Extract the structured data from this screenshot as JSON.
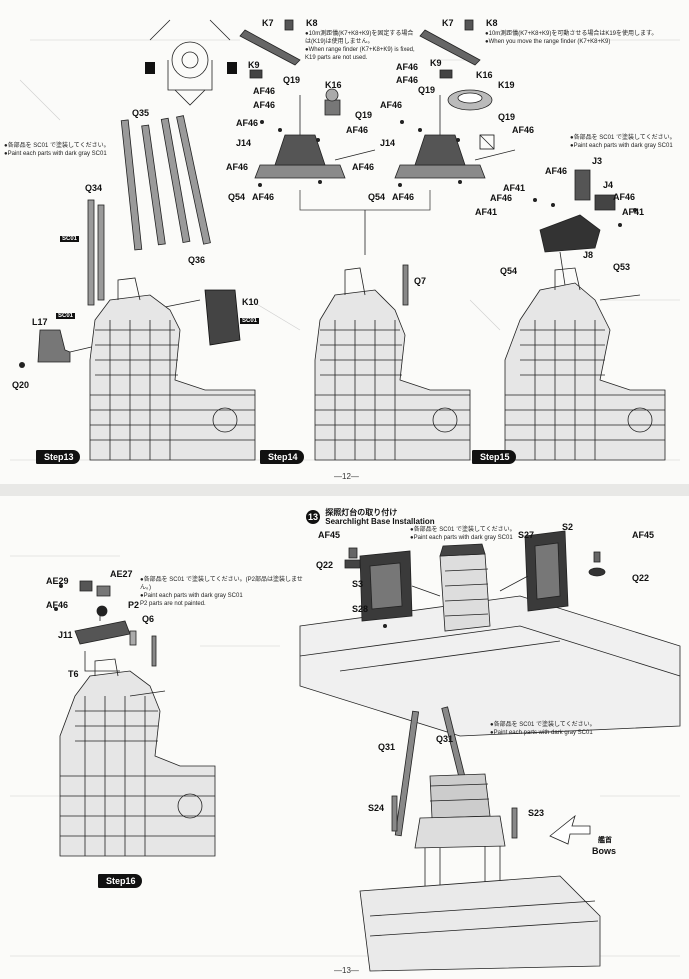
{
  "page12": {
    "page_number": "—12—",
    "steps": [
      "Step13",
      "Step14",
      "Step15"
    ],
    "note_k_top": {
      "jp": "●10m測距儀(K7+K8+K9)を固定する場合は(K19)は使用しません。",
      "en": "●When range finder (K7+K8+K9) is fixed, K19 parts are not used."
    },
    "note_k_move": {
      "jp": "●10m測距儀(K7+K8+K9)を可動させる場合はK19を使用します。",
      "en": "●When you move the range finder (K7+K8+K9)"
    },
    "note_paint_left": {
      "jp": "●各部品を SC01 で塗装してください。",
      "en": "●Paint each parts with dark gray SC01"
    },
    "note_paint_right": {
      "jp": "●各部品を SC01 で塗装してください。",
      "en": "●Paint each parts with dark gray SC01"
    },
    "color_code": "SC01",
    "labels": {
      "k7a": "K7",
      "k8a": "K8",
      "k9a": "K9",
      "q19a": "Q19",
      "k16a": "K16",
      "q19b": "Q19",
      "af46_1": "AF46",
      "af46_2": "AF46",
      "af46_3": "AF46",
      "af46_4": "AF46",
      "af46_5": "AF46",
      "j14a": "J14",
      "q54a": "Q54",
      "af46_6": "AF46",
      "q35": "Q35",
      "q34": "Q34",
      "q36": "Q36",
      "l17": "L17",
      "q20": "Q20",
      "k10": "K10",
      "q7": "Q7",
      "k7b": "K7",
      "k8b": "K8",
      "k9b": "K9",
      "af46_b1": "AF46",
      "af46_b2": "AF46",
      "af46_b3": "AF46",
      "af46_b4": "AF46",
      "af46_b5": "AF46",
      "q19c": "Q19",
      "k16b": "K16",
      "k19": "K19",
      "q19d": "Q19",
      "j14b": "J14",
      "q54b": "Q54",
      "af46_b6": "AF46",
      "j3": "J3",
      "j4": "J4",
      "af46_c1": "AF46",
      "af46_c2": "AF46",
      "af46_c3": "AF46",
      "af41_1": "AF41",
      "af41_2": "AF41",
      "af41_3": "AF41",
      "j8": "J8",
      "q53": "Q53",
      "q54c": "Q54"
    }
  },
  "page13": {
    "page_number": "—13—",
    "step": "Step16",
    "section_number": "13",
    "section_title_jp": "探照灯台の取り付け",
    "section_title_en": "Searchlight Base Installation",
    "note_step16": {
      "jp": "●各部品を SC01 で塗装してください。(P2部品は塗装しません。)",
      "en": "●Paint each parts with dark gray SC01",
      "en2": "P2 parts are not painted."
    },
    "note_section_top": {
      "jp": "●各部品を SC01 で塗装してください。",
      "en": "●Paint each parts with dark gray SC01"
    },
    "note_section_bottom": {
      "jp": "●各部品を SC01 で塗装してください。",
      "en": "●Paint each parts with dark gray SC01"
    },
    "bows_jp": "艦首",
    "bows_en": "Bows",
    "labels": {
      "ae29": "AE29",
      "ae27": "AE27",
      "af46": "AF46",
      "p2": "P2",
      "j11": "J11",
      "q6": "Q6",
      "t6": "T6",
      "af45a": "AF45",
      "q22a": "Q22",
      "s3": "S3",
      "s28": "S28",
      "s27": "S27",
      "s2": "S2",
      "af45b": "AF45",
      "q22b": "Q22",
      "q31a": "Q31",
      "q31b": "Q31",
      "s24": "S24",
      "s23": "S23"
    }
  }
}
